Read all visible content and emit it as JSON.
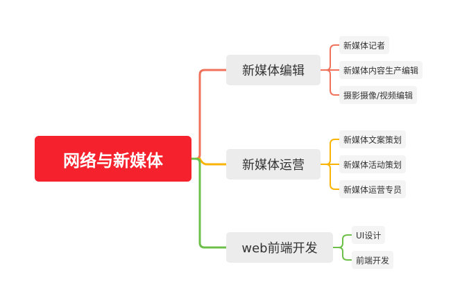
{
  "root": {
    "label": "网络与新媒体",
    "color": "#f5222d"
  },
  "branches": [
    {
      "label": "新媒体编辑",
      "color": "#f0705a",
      "leaves": [
        "新媒体记者",
        "新媒体内容生产编辑",
        "摄影摄像/视频编辑"
      ]
    },
    {
      "label": "新媒体运营",
      "color": "#f9b300",
      "leaves": [
        "新媒体文案策划",
        "新媒体活动策划",
        "新媒体运营专员"
      ]
    },
    {
      "label": "web前端开发",
      "color": "#6cc04a",
      "leaves": [
        "UI设计",
        "前端开发"
      ]
    }
  ]
}
